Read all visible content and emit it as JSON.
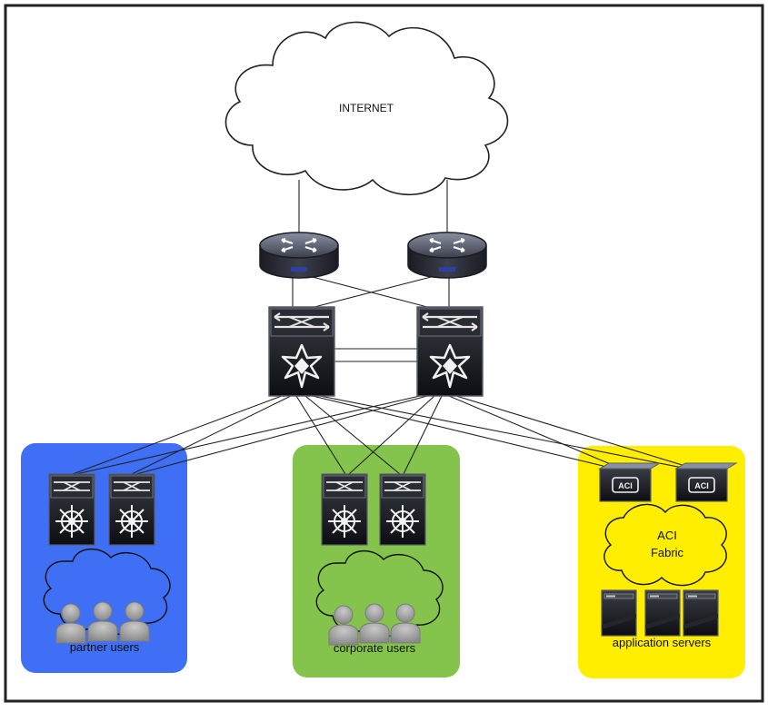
{
  "internet": {
    "label": "INTERNET"
  },
  "zones": {
    "partner": {
      "label": "partner users",
      "color": "#3f6ff5"
    },
    "corporate": {
      "label": "corporate users",
      "color": "#84c44c"
    },
    "application": {
      "label": "application servers",
      "color": "#ffee00"
    }
  },
  "aci_fabric": {
    "line1": "ACI",
    "line2": "Fabric"
  },
  "aci_badge": "ACI",
  "colors": {
    "device": "#1b1c22",
    "device_edge": "#6e7380",
    "link": "#222222",
    "frame": "#222222"
  }
}
